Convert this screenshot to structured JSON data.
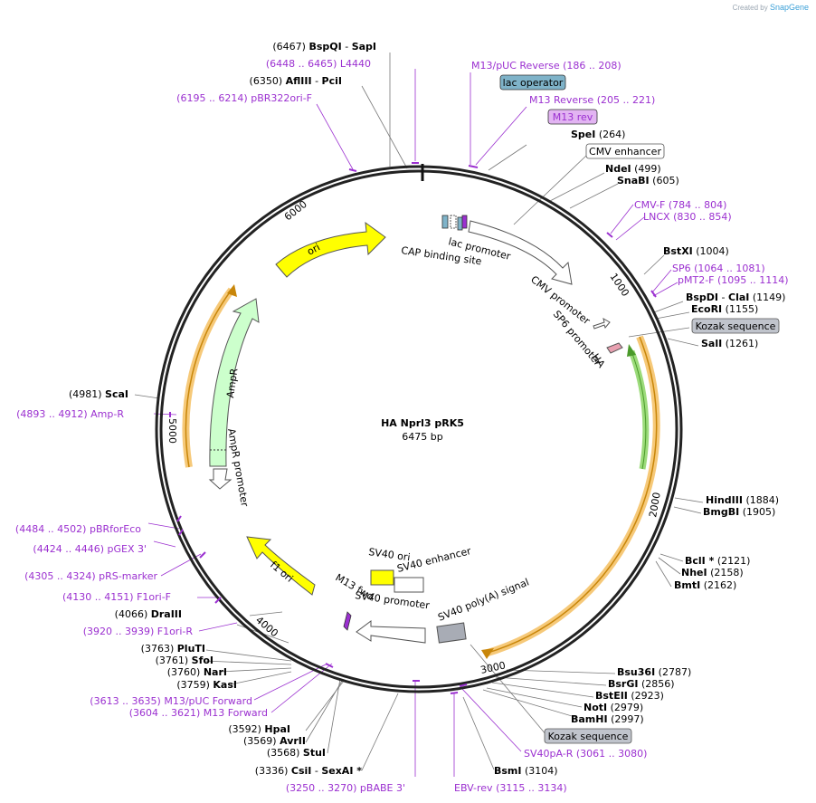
{
  "credit": {
    "prefix": "Created by",
    "brand": "SnapGene"
  },
  "plasmid": {
    "name": "HA Nprl3 pRK5",
    "size": "6475 bp"
  },
  "colors": {
    "primer": "#9b30d0",
    "enzyme": "#000000",
    "ori": "#ffff00",
    "ampr": "#ccffcc",
    "insert_hi": "#f6c979",
    "gene": "#9cdb7b",
    "lac": "#7fb3c9",
    "grey": "#c0c4cc"
  },
  "ticks": {
    "t1000": "1000",
    "t2000": "2000",
    "t3000": "3000",
    "t4000": "4000",
    "t5000": "5000",
    "t6000": "6000"
  },
  "features": {
    "ori": "ori",
    "ampr": "AmpR",
    "ampr_promoter": "AmpR promoter",
    "f1_ori": "f1 ori",
    "lac_promoter": "lac promoter",
    "cap_site": "CAP binding site",
    "cmv_promoter": "CMV promoter",
    "sp6_promoter": "SP6 promoter",
    "ha": "HA",
    "sv40_ori": "SV40 ori",
    "sv40_enhancer": "SV40 enhancer",
    "sv40_promoter": "SV40 promoter",
    "sv40_polya": "SV40 poly(A) signal",
    "m13_fwd": "M13 fwd"
  },
  "labels": {
    "l6467": {
      "pos": "(6467)",
      "name": "BspQI",
      "sep": "- ",
      "name2": "SapI"
    },
    "l4440": {
      "pos": "(6448 .. 6465)",
      "name": "L4440"
    },
    "l6350": {
      "pos": "(6350)",
      "name": "AflIII",
      "sep": "- ",
      "name2": "PciI"
    },
    "pbr322": {
      "pos": "(6195 .. 6214)",
      "name": "pBR322ori-F"
    },
    "m13puc_rev": {
      "name": "M13/pUC Reverse",
      "pos": "(186 .. 208)"
    },
    "lac_operator": {
      "name": "lac operator"
    },
    "m13_reverse": {
      "name": "M13 Reverse",
      "pos": "(205 .. 221)"
    },
    "m13_rev_box": {
      "name": "M13 rev"
    },
    "spei": {
      "name": "SpeI",
      "pos": "(264)"
    },
    "cmv_enh": {
      "name": "CMV enhancer"
    },
    "ndei": {
      "name": "NdeI",
      "pos": "(499)"
    },
    "snabi": {
      "name": "SnaBI",
      "pos": "(605)"
    },
    "cmvf": {
      "name": "CMV-F",
      "pos": "(784 .. 804)"
    },
    "lncx": {
      "name": "LNCX",
      "pos": "(830 .. 854)"
    },
    "bstxi": {
      "name": "BstXI",
      "pos": "(1004)"
    },
    "sp6": {
      "name": "SP6",
      "pos": "(1064 .. 1081)"
    },
    "pmt2f": {
      "name": "pMT2-F",
      "pos": "(1095 .. 1114)"
    },
    "bspdi": {
      "name": "BspDI",
      "sep": " - ",
      "name2": "ClaI",
      "pos": "(1149)"
    },
    "ecori": {
      "name": "EcoRI",
      "pos": "(1155)"
    },
    "kozak1": {
      "name": "Kozak sequence"
    },
    "sali": {
      "name": "SalI",
      "pos": "(1261)"
    },
    "hindiii": {
      "name": "HindIII",
      "pos": "(1884)"
    },
    "bmgbi": {
      "name": "BmgBI",
      "pos": "(1905)"
    },
    "bcli": {
      "name": "BclI *",
      "pos": "(2121)"
    },
    "nhei": {
      "name": "NheI",
      "pos": "(2158)"
    },
    "bmti": {
      "name": "BmtI",
      "pos": "(2162)"
    },
    "bsu36i": {
      "name": "Bsu36I",
      "pos": "(2787)"
    },
    "bsrgi": {
      "name": "BsrGI",
      "pos": "(2856)"
    },
    "bsteii": {
      "name": "BstEII",
      "pos": "(2923)"
    },
    "noti": {
      "name": "NotI",
      "pos": "(2979)"
    },
    "bamhi": {
      "name": "BamHI",
      "pos": "(2997)"
    },
    "kozak2": {
      "name": "Kozak sequence"
    },
    "sv40par": {
      "name": "SV40pA-R",
      "pos": "(3061 .. 3080)"
    },
    "bsmi": {
      "name": "BsmI",
      "pos": "(3104)"
    },
    "ebvrev": {
      "name": "EBV-rev",
      "pos": "(3115 .. 3134)"
    },
    "pbabe": {
      "pos": "(3250 .. 3270)",
      "name": "pBABE 3'"
    },
    "csii": {
      "pos": "(3336)",
      "name": "CsiI",
      "sep": " - ",
      "name2": "SexAI *"
    },
    "stui": {
      "pos": "(3568)",
      "name": "StuI"
    },
    "avrii": {
      "pos": "(3569)",
      "name": "AvrII"
    },
    "hpai": {
      "pos": "(3592)",
      "name": "HpaI"
    },
    "m13fwd_primer": {
      "pos": "(3604 .. 3621)",
      "name": "M13 Forward"
    },
    "m13puc_fwd": {
      "pos": "(3613 .. 3635)",
      "name": "M13/pUC Forward"
    },
    "kasi": {
      "pos": "(3759)",
      "name": "KasI"
    },
    "nari": {
      "pos": "(3760)",
      "name": "NarI"
    },
    "sfoi": {
      "pos": "(3761)",
      "name": "SfoI"
    },
    "pluti": {
      "pos": "(3763)",
      "name": "PluTI"
    },
    "f1orir": {
      "pos": "(3920 .. 3939)",
      "name": "F1ori-R"
    },
    "draiii": {
      "pos": "(4066)",
      "name": "DraIII"
    },
    "f1orif": {
      "pos": "(4130 .. 4151)",
      "name": "F1ori-F"
    },
    "prsmarker": {
      "pos": "(4305 .. 4324)",
      "name": "pRS-marker"
    },
    "pgex3": {
      "pos": "(4424 .. 4446)",
      "name": "pGEX 3'"
    },
    "pbrforeco": {
      "pos": "(4484 .. 4502)",
      "name": "pBRforEco"
    },
    "ampr_primer": {
      "pos": "(4893 .. 4912)",
      "name": "Amp-R"
    },
    "scai": {
      "pos": "(4981)",
      "name": "ScaI"
    }
  }
}
